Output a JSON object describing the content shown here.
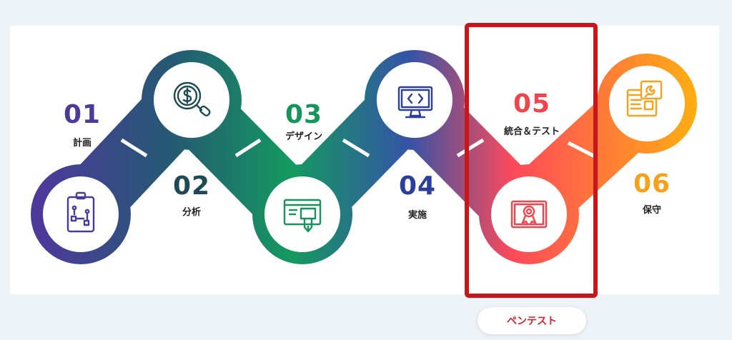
{
  "steps": [
    {
      "number": "01",
      "label": "計画",
      "color": "#4b3a9a",
      "icon": "clipboard-icon"
    },
    {
      "number": "02",
      "label": "分析",
      "color": "#1c4b57",
      "icon": "magnifier-dollar-icon"
    },
    {
      "number": "03",
      "label": "デザイン",
      "color": "#14965a",
      "icon": "web-design-icon"
    },
    {
      "number": "04",
      "label": "実施",
      "color": "#2a3f9b",
      "icon": "code-monitor-icon"
    },
    {
      "number": "05",
      "label": "統合＆テスト",
      "color": "#f0454e",
      "icon": "certificate-icon"
    },
    {
      "number": "06",
      "label": "保守",
      "color": "#f7a21a",
      "icon": "web-maintenance-icon"
    }
  ],
  "callout": {
    "label": "ペンテスト",
    "accent": "#c8161d"
  }
}
